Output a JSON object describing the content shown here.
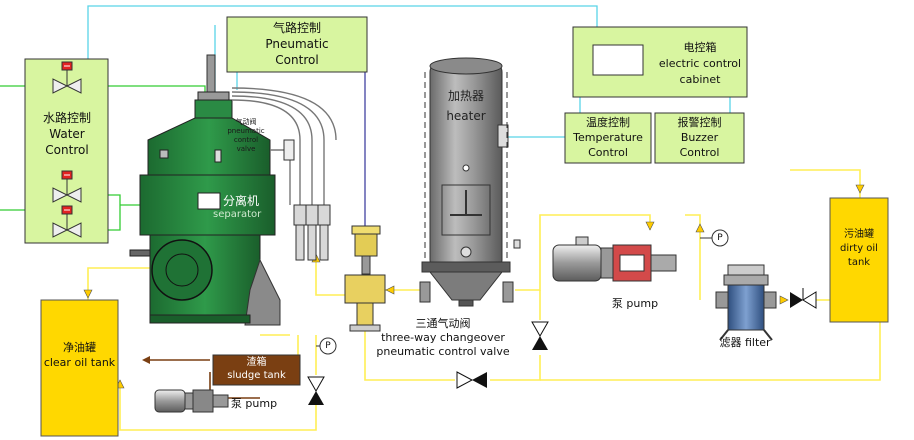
{
  "water_control": {
    "zh": "水路控制",
    "en1": "Water",
    "en2": "Control"
  },
  "pneumatic_control": {
    "zh": "气路控制",
    "en1": "Pneumatic",
    "en2": "Control"
  },
  "electric_cabinet": {
    "zh": "电控箱",
    "en1": "electric control",
    "en2": "cabinet"
  },
  "temperature_control": {
    "zh": "温度控制",
    "en1": "Temperature",
    "en2": "Control"
  },
  "buzzer_control": {
    "zh": "报警控制",
    "en1": "Buzzer",
    "en2": "Control"
  },
  "heater": {
    "zh": "加热器",
    "en": "heater"
  },
  "separator": {
    "zh": "分离机",
    "en": "separator"
  },
  "pneumatic_valve_small": {
    "zh": "气动阀",
    "en1": "pneumatic",
    "en2": "control",
    "en3": "valve"
  },
  "three_way_valve": {
    "zh": "三通气动阀",
    "en1": "three-way changeover",
    "en2": "pneumatic control valve"
  },
  "pump_right": {
    "zh": "泵",
    "en": "pump"
  },
  "pump_bottom": {
    "zh": "泵",
    "en": "pump"
  },
  "filter": {
    "zh": "滤器",
    "en": "filter"
  },
  "dirty_oil_tank": {
    "zh": "污油罐",
    "en": "dirty oil tank"
  },
  "clear_oil_tank": {
    "zh": "净油罐",
    "en": "clear oil tank"
  },
  "sludge_tank": {
    "zh": "渣箱",
    "en": "sludge tank"
  },
  "gauge_label": "P",
  "colors": {
    "control_box": "#d8f5a0",
    "tank_yellow": "#ffd800",
    "separator_green": "#237f3a",
    "sludge_brown": "#7a3f12",
    "signal_cyan": "#59d4e8",
    "oil_line_yellow": "#ffee66",
    "heater_gray": "#8d8d8d"
  }
}
